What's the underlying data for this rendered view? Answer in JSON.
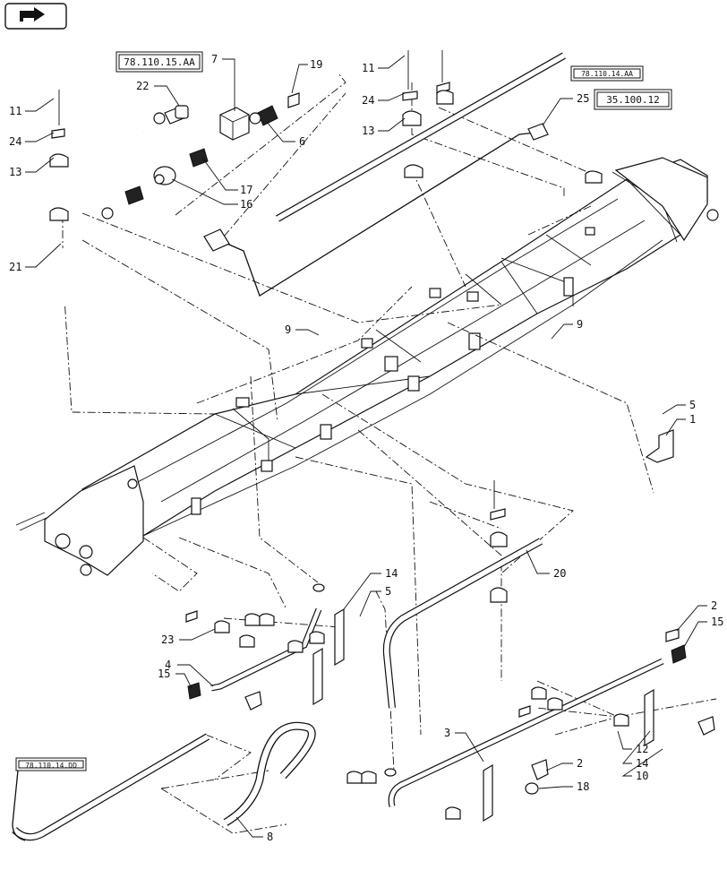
{
  "nav": {
    "icon": "back-arrow-icon"
  },
  "reference_boxes": [
    {
      "id": "ref-78-110-15-aa",
      "label": "78.110.15.AA"
    },
    {
      "id": "ref-78-110-14-aa",
      "label": "78.110.14.AA"
    },
    {
      "id": "ref-35-100-12",
      "label": "35.100.12"
    },
    {
      "id": "ref-78-110-14-dd",
      "label": "78.110.14.DD"
    }
  ],
  "callouts": [
    {
      "id": "c11a",
      "label": "11"
    },
    {
      "id": "c24a",
      "label": "24"
    },
    {
      "id": "c13a",
      "label": "13"
    },
    {
      "id": "c21",
      "label": "21"
    },
    {
      "id": "c22",
      "label": "22"
    },
    {
      "id": "c7",
      "label": "7"
    },
    {
      "id": "c19",
      "label": "19"
    },
    {
      "id": "c6",
      "label": "6"
    },
    {
      "id": "c17",
      "label": "17"
    },
    {
      "id": "c16",
      "label": "16"
    },
    {
      "id": "c11b",
      "label": "11"
    },
    {
      "id": "c24b",
      "label": "24"
    },
    {
      "id": "c13b",
      "label": "13"
    },
    {
      "id": "c25",
      "label": "25"
    },
    {
      "id": "c9a",
      "label": "9"
    },
    {
      "id": "c9b",
      "label": "9"
    },
    {
      "id": "c5a",
      "label": "5"
    },
    {
      "id": "c1",
      "label": "1"
    },
    {
      "id": "c20",
      "label": "20"
    },
    {
      "id": "c14a",
      "label": "14"
    },
    {
      "id": "c5b",
      "label": "5"
    },
    {
      "id": "c23",
      "label": "23"
    },
    {
      "id": "c4",
      "label": "4"
    },
    {
      "id": "c15a",
      "label": "15"
    },
    {
      "id": "c2a",
      "label": "2"
    },
    {
      "id": "c15b",
      "label": "15"
    },
    {
      "id": "c3",
      "label": "3"
    },
    {
      "id": "c12",
      "label": "12"
    },
    {
      "id": "c14b",
      "label": "14"
    },
    {
      "id": "c10",
      "label": "10"
    },
    {
      "id": "c2b",
      "label": "2"
    },
    {
      "id": "c18",
      "label": "18"
    },
    {
      "id": "c8",
      "label": "8"
    }
  ]
}
